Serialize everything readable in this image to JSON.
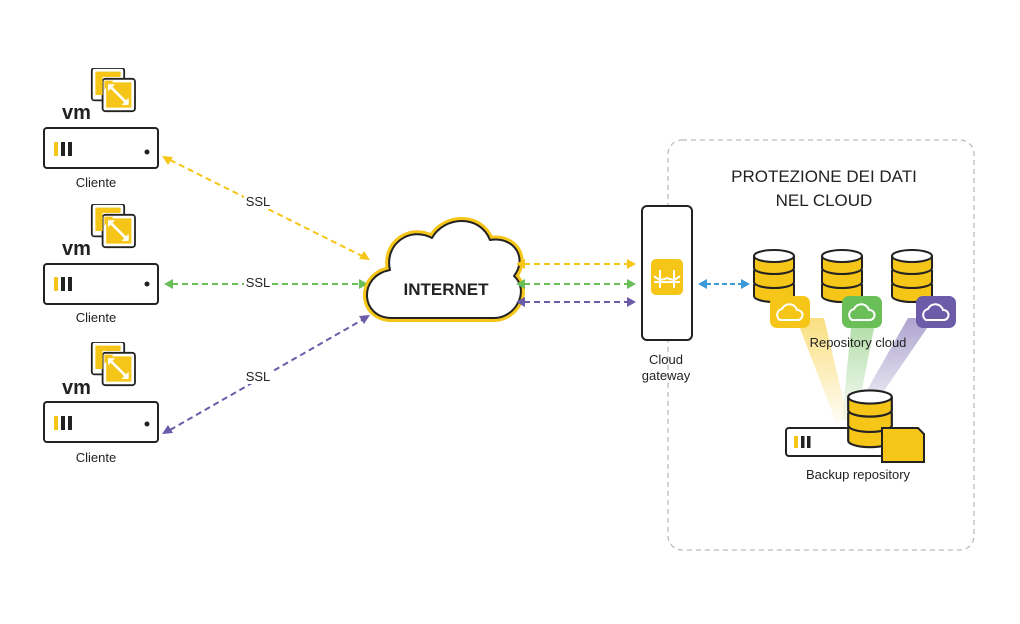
{
  "colors": {
    "yellow": "#F5C518",
    "green": "#6BBF59",
    "purple": "#6B5BA8",
    "blue": "#3A9AD9",
    "dark": "#222222",
    "dash_box": "#BBBBBB"
  },
  "clients": [
    {
      "label": "Cliente",
      "vm_text": "vm",
      "link_label": "SSL"
    },
    {
      "label": "Cliente",
      "vm_text": "vm",
      "link_label": "SSL"
    },
    {
      "label": "Cliente",
      "vm_text": "vm",
      "link_label": "SSL"
    }
  ],
  "internet": {
    "label": "INTERNET"
  },
  "gateway": {
    "label_line1": "Cloud",
    "label_line2": "gateway",
    "icon": "bridge-icon"
  },
  "cloud_section": {
    "title_line1": "PROTEZIONE DEI DATI",
    "title_line2": "NEL CLOUD",
    "repository_cloud_label": "Repository cloud",
    "backup_repository_label": "Backup repository"
  }
}
